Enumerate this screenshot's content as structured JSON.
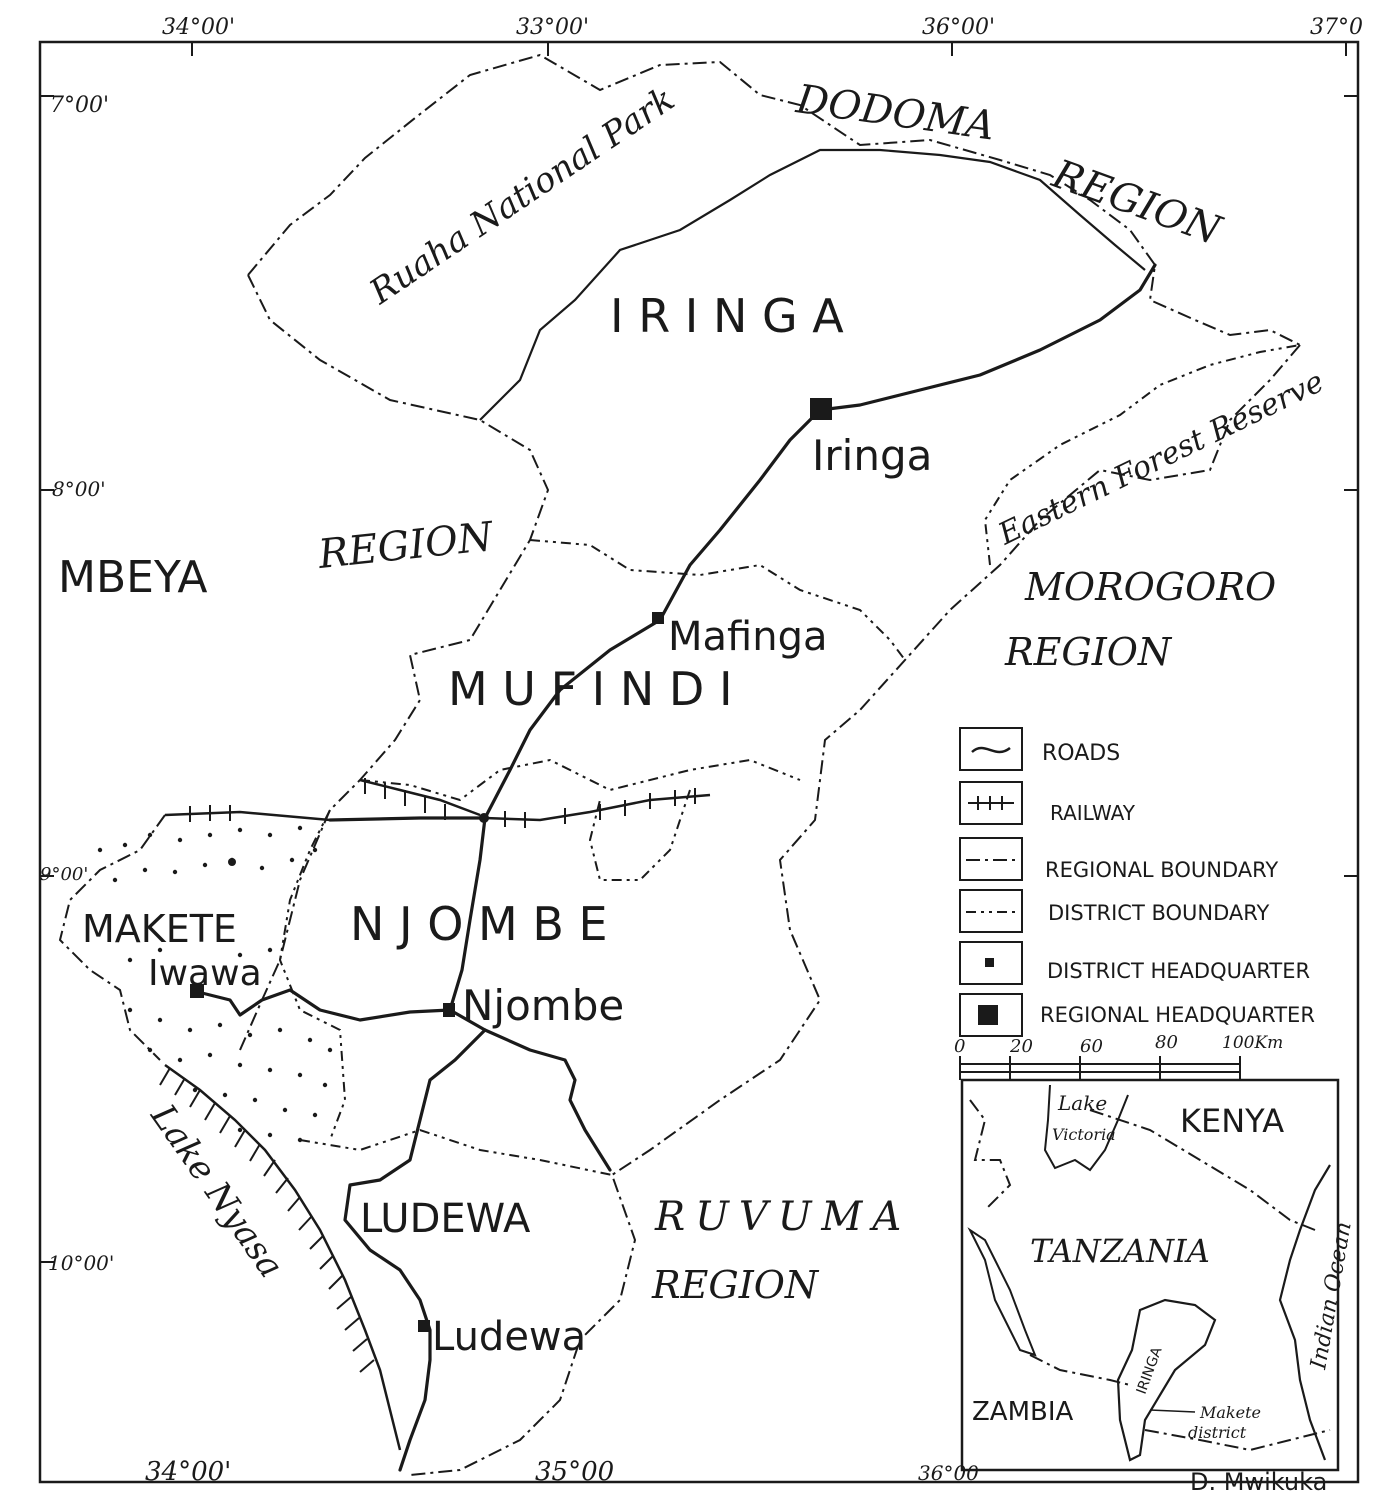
{
  "map": {
    "lat_labels": [
      "7°00'",
      "8°00'",
      "9°00'",
      "10°00'"
    ],
    "lon_labels_top": [
      "34°00'",
      "33°00'",
      "36°00'",
      "37°0"
    ],
    "lon_labels_bottom": [
      "34°00'",
      "35°00",
      "36°00"
    ],
    "districts": {
      "iringa": "I R I N G A",
      "mufindi": "M U F I N D I",
      "njombe": "N J O M B E",
      "makete": "MAKETE",
      "ludewa": "LUDEWA"
    },
    "regions": {
      "dodoma_1": "DODOMA",
      "dodoma_2": "REGION",
      "mbeya": "MBEYA",
      "mbeya_2": "REGION",
      "morogoro_1": "MOROGORO",
      "morogoro_2": "REGION",
      "ruvuma_1": "RUVUMA",
      "ruvuma_2": "REGION"
    },
    "features": {
      "ruaha": "Ruaha National Park",
      "eastern_forest": "Eastern Forest Reserve",
      "lake_nyasa": "Lake Nyasa"
    },
    "towns": {
      "iringa": "Iringa",
      "mafinga": "Mafinga",
      "njombe": "Njombe",
      "iwawa": "Iwawa",
      "ludewa": "Ludewa"
    },
    "legend": [
      {
        "symbol": "road",
        "label": "ROADS"
      },
      {
        "symbol": "railway",
        "label": "RAILWAY"
      },
      {
        "symbol": "regional-boundary",
        "label": "REGIONAL BOUNDARY"
      },
      {
        "symbol": "district-boundary",
        "label": "DISTRICT BOUNDARY"
      },
      {
        "symbol": "district-hq",
        "label": "DISTRICT HEADQUARTER"
      },
      {
        "symbol": "regional-hq",
        "label": "REGIONAL HEADQUARTER"
      }
    ],
    "scale_labels": [
      "0",
      "20",
      "60",
      "80",
      "100Km"
    ],
    "inset": {
      "lake_victoria_1": "Lake",
      "lake_victoria_2": "Victoria",
      "kenya": "KENYA",
      "tanzania": "TANZANIA",
      "iringa": "IRINGA",
      "indian_ocean": "Indian Ocean",
      "zambia": "ZAMBIA",
      "makete_1": "Makete",
      "makete_2": "district"
    },
    "credit": "D. Mwikuka"
  }
}
